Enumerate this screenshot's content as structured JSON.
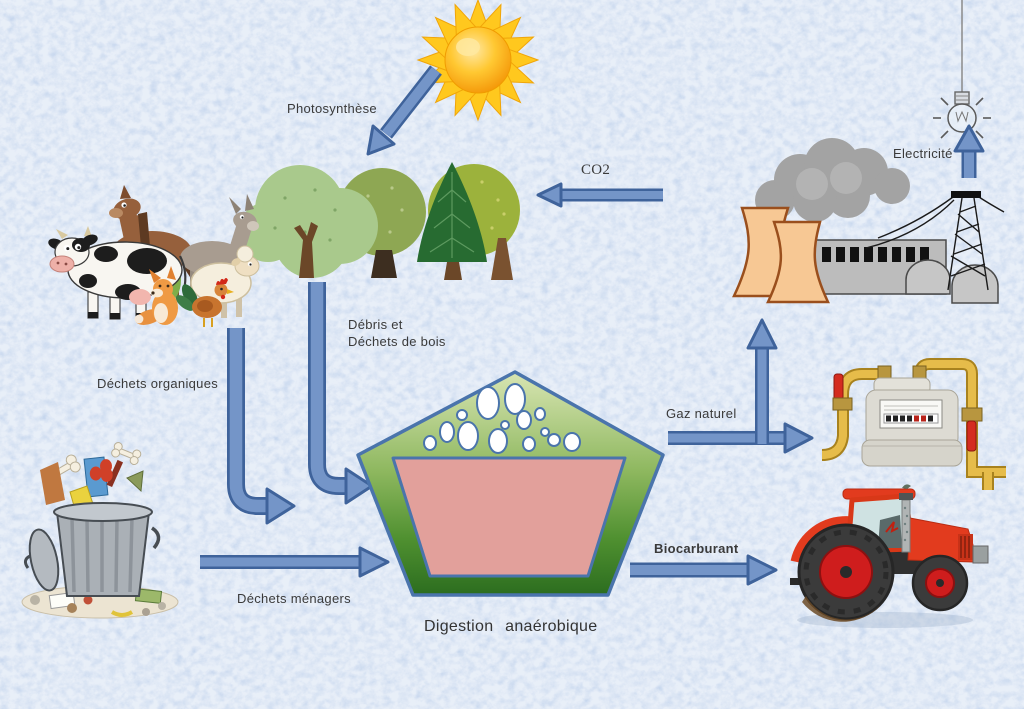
{
  "diagram": {
    "labels": {
      "photosynthesis": "Photosynthèse",
      "co2": "CO2",
      "electricity": "Electricité",
      "wood_debris_line1": "Débris et",
      "wood_debris_line2": "Déchets de bois",
      "organic_waste": "Déchets organiques",
      "household_waste": "Déchets ménagers",
      "natural_gas": "Gaz naturel",
      "biofuel": "Biocarburant",
      "digestion": "Digestion anaérobique"
    },
    "icons": {
      "sun-icon": "sun with rays",
      "trees-icon": "group of trees (forest)",
      "farm-animals-icon": "cow, horse, donkey, sheep, rooster, fox",
      "trash-can-icon": "garbage can with household waste",
      "digester-icon": "anaerobic digester tank (pentagon with bubbles)",
      "power-plant-icon": "power station with cooling towers and pylon",
      "light-bulb-icon": "hanging light bulb",
      "gas-meter-icon": "gas meter with yellow pipes and red valves",
      "tractor-icon": "red farm tractor"
    },
    "colors": {
      "background": "#c7d7ee",
      "arrow_fill": "#7495c8",
      "arrow_outline": "#3f639b",
      "digester_border": "#4a74ac",
      "digester_green_top": "#d8e5b2",
      "digester_green_bottom": "#2c6d1f",
      "digester_content": "#e2a09b",
      "label_text": "#3a3a3a"
    }
  }
}
